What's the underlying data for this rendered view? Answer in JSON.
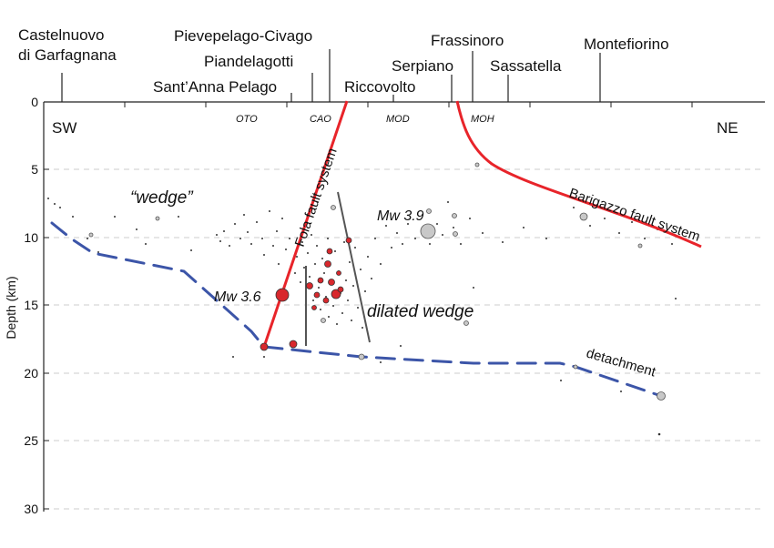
{
  "localities": [
    {
      "name": "Castelnuovo",
      "name2": "di Garfagnana"
    },
    {
      "name": "Pievepelago-Civago"
    },
    {
      "name": "Piandelagotti"
    },
    {
      "name": "Sant’Anna Pelago"
    },
    {
      "name": "Riccovolto"
    },
    {
      "name": "Serpiano"
    },
    {
      "name": "Frassinoro"
    },
    {
      "name": "Sassatella"
    },
    {
      "name": "Montefiorino"
    }
  ],
  "axis": {
    "ylabel": "Depth (km)",
    "y_ticks": [
      "0",
      "5",
      "10",
      "15",
      "20",
      "25",
      "30"
    ],
    "ylim": [
      0,
      30
    ]
  },
  "orientation": {
    "left": "SW",
    "right": "NE"
  },
  "units": [
    "OTO",
    "CAO",
    "MOD",
    "MOH"
  ],
  "annotations": {
    "wedge": "“wedge”",
    "dilated_wedge": "dilated wedge",
    "mw36": "Mw 3.6",
    "mw39": "Mw 3.9",
    "detachment": "detachment",
    "fola": "Fola fault system",
    "barigazzo": "Barigazzo fault system"
  },
  "colors": {
    "fault": "#e8242a",
    "detachment": "#3c55a8",
    "event_red": "#d8282d",
    "event_grey": "#c8c8c8",
    "gridline": "#cccccc",
    "fracture": "#555555"
  }
}
